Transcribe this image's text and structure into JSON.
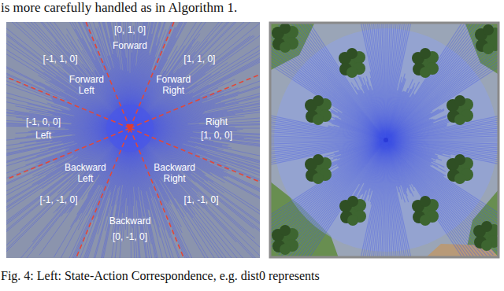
{
  "diagram": {
    "caption": "Fig. 4: Left: State-Action Correspondence, e.g. dist0 represents",
    "labels": [
      "is more carefully handled as in Algorithm 1.",
      "[0, 1, 0]",
      "Forward",
      "[1, 1, 0]",
      "Forward Right",
      "[-1, 1, 0]",
      "Forward Left",
      "[-1, 0, 0]",
      "Left",
      "Right",
      "[1, 0, 0]",
      "Backward Left",
      "Backward Right",
      "[-1, -1, 0]",
      "[1, -1, 0]",
      "Backward",
      "[0, -1, 0]"
    ]
  }
}
